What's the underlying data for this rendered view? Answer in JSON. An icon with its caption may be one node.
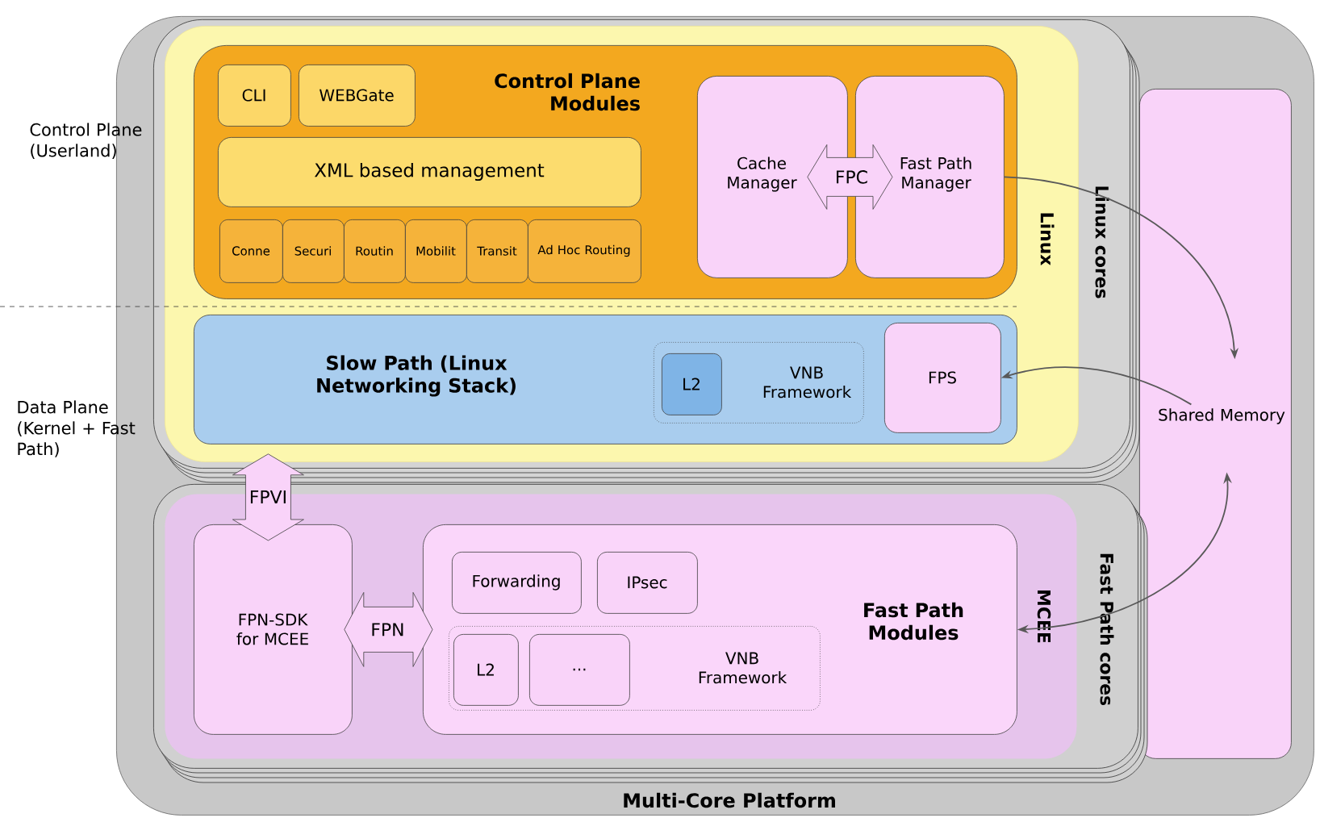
{
  "diagram": {
    "nodes": [
      {
        "text": [
          "Multi-Core Platform"
        ]
      },
      {
        "text": [
          "Shared Memory"
        ],
        "in": 0
      },
      {
        "text": [
          "Linux cores"
        ],
        "in": 0
      },
      {
        "text": [
          "Linux"
        ],
        "in": 2
      },
      {
        "text": [
          "Control Plane Modules"
        ],
        "in": 3
      },
      {
        "text": [
          "CLI"
        ],
        "in": 4
      },
      {
        "text": [
          "WEBGate"
        ],
        "in": 4
      },
      {
        "text": [
          "XML based management"
        ],
        "in": 4
      },
      {
        "text": [
          "Conne"
        ],
        "in": 4
      },
      {
        "text": [
          "Securi"
        ],
        "in": 4
      },
      {
        "text": [
          "Routin"
        ],
        "in": 4
      },
      {
        "text": [
          "Mobilit"
        ],
        "in": 4
      },
      {
        "text": [
          "Transit"
        ],
        "in": 4
      },
      {
        "text": [
          "Ad Hoc Routing"
        ],
        "in": 4
      },
      {
        "text": [
          "Cache Manager"
        ],
        "in": 4
      },
      {
        "text": [
          "Fast Path Manager"
        ],
        "in": 4
      },
      {
        "text": [
          "Slow Path (Linux Networking Stack)"
        ],
        "in": 3
      },
      {
        "text": [
          "VNB Framework"
        ],
        "in": 16
      },
      {
        "text": [
          "L2"
        ],
        "in": 17
      },
      {
        "text": [
          "FPS"
        ],
        "in": 16
      },
      {
        "text": [
          "Fast Path cores"
        ],
        "in": 0
      },
      {
        "text": [
          "MCEE"
        ],
        "in": 20
      },
      {
        "text": [
          "FPN-SDK for MCEE"
        ],
        "in": 21
      },
      {
        "text": [
          "Fast Path Modules"
        ],
        "in": 21
      },
      {
        "text": [
          "Forwarding"
        ],
        "in": 23
      },
      {
        "text": [
          "IPsec"
        ],
        "in": 23
      },
      {
        "text": [
          "VNB Framework"
        ],
        "in": 23
      },
      {
        "text": [
          "L2"
        ],
        "in": 26
      },
      {
        "text": [
          "..."
        ],
        "in": 26
      }
    ],
    "edges": [
      {
        "from": 14,
        "to": 15,
        "label": "FPC",
        "arrow": "both"
      },
      {
        "from": 15,
        "to": 1,
        "arrow": "to"
      },
      {
        "from": 1,
        "to": 19,
        "arrow": "to"
      },
      {
        "from": 1,
        "to": 23,
        "arrow": "both"
      },
      {
        "from": 16,
        "to": 22,
        "label": "FPVI",
        "arrow": "both"
      },
      {
        "from": 22,
        "to": 23,
        "label": "FPN",
        "arrow": "both"
      }
    ],
    "labels": [
      "Control Plane (Userland)",
      "Data Plane (Kernel + Fast Path)"
    ]
  }
}
